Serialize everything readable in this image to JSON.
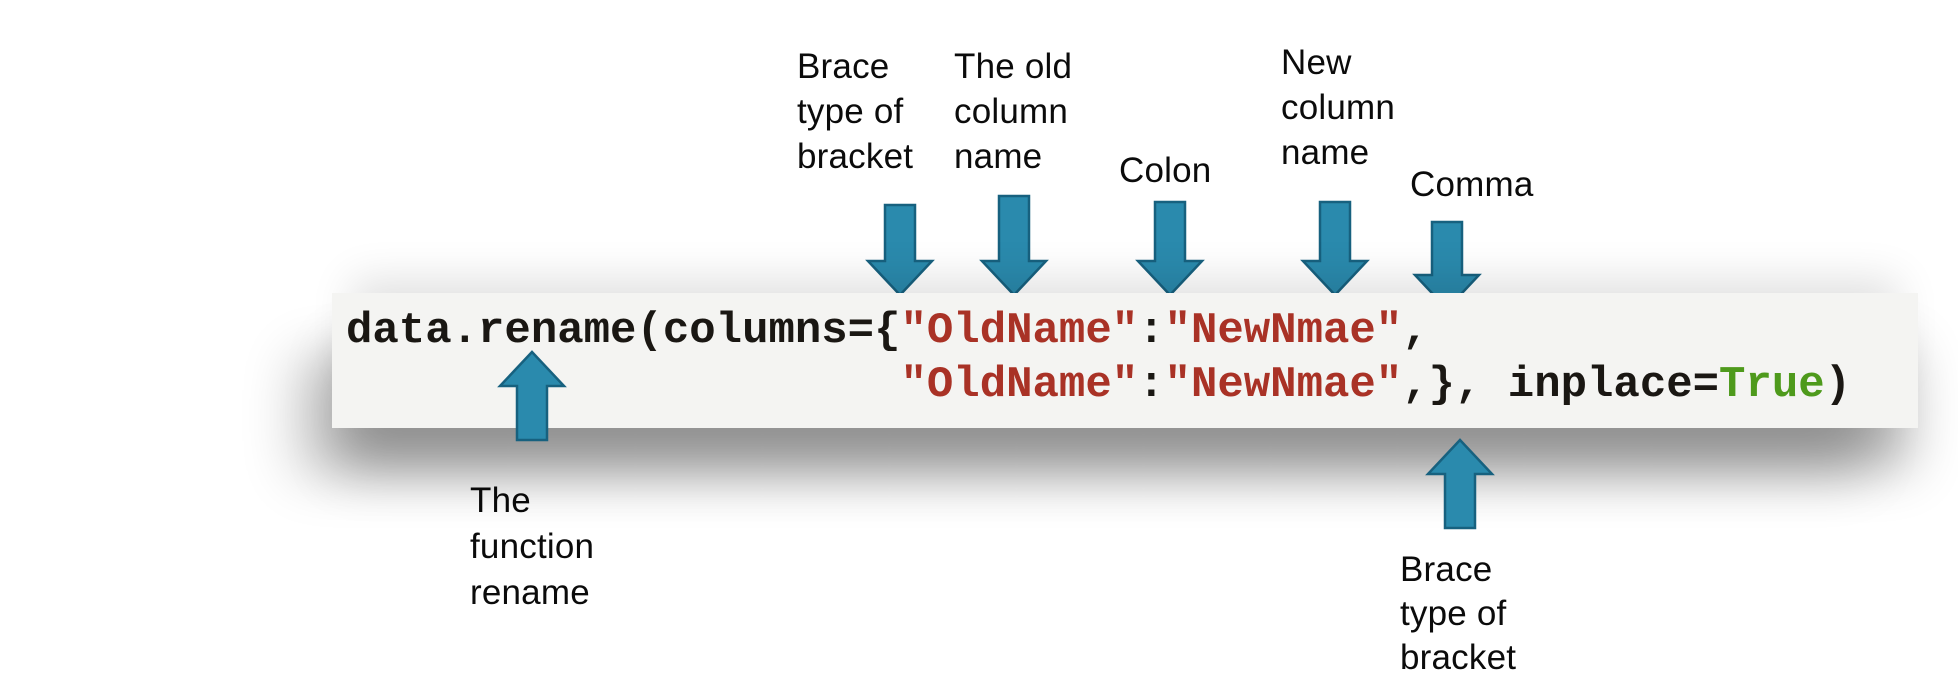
{
  "colors": {
    "arrow_fill": "#2a8aad",
    "arrow_stroke": "#17617f",
    "code_bg": "#f4f4f2",
    "code_plain": "#1a1713",
    "code_string": "#a93226",
    "code_keyword": "#4e9a1c"
  },
  "labels": {
    "brace_top": "Brace\ntype of\nbracket",
    "old_column": "The old\ncolumn\nname",
    "colon": "Colon",
    "new_column": "New\ncolumn\nname",
    "comma": "Comma",
    "function_rename": "The\nfunction\nrename",
    "brace_bottom": "Brace\ntype of\nbracket"
  },
  "code": {
    "lines": [
      {
        "segments": [
          {
            "t": "data.rename(columns={",
            "c": "plain"
          },
          {
            "t": "\"OldName\"",
            "c": "string"
          },
          {
            "t": ":",
            "c": "plain"
          },
          {
            "t": "\"NewNmae\"",
            "c": "string"
          },
          {
            "t": ",",
            "c": "plain"
          }
        ]
      },
      {
        "segments": [
          {
            "t": "                     ",
            "c": "plain"
          },
          {
            "t": "\"OldName\"",
            "c": "string"
          },
          {
            "t": ":",
            "c": "plain"
          },
          {
            "t": "\"NewNmae\"",
            "c": "string"
          },
          {
            "t": ",}, inplace=",
            "c": "plain"
          },
          {
            "t": "True",
            "c": "keyword"
          },
          {
            "t": ")",
            "c": "plain"
          }
        ]
      }
    ]
  }
}
